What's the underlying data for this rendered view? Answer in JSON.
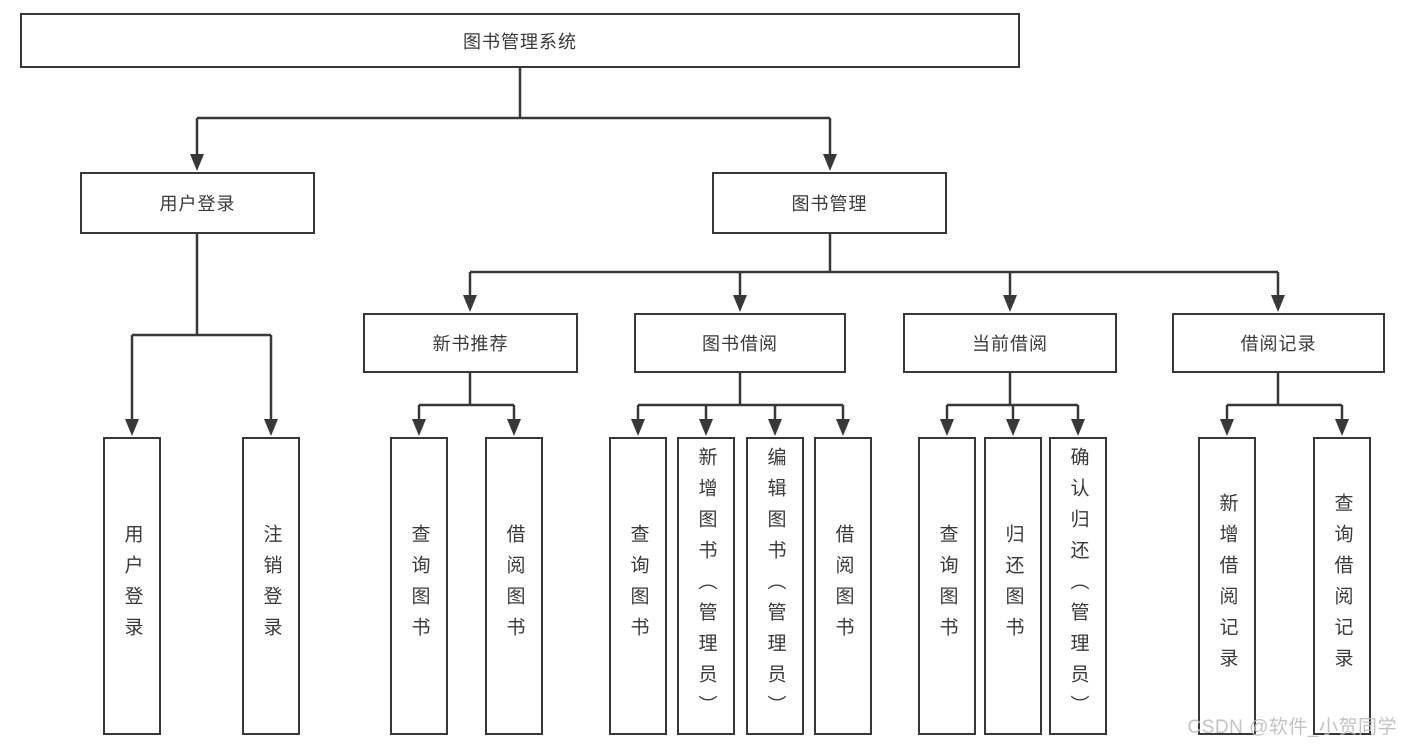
{
  "tree": {
    "root": "图书管理系统",
    "user_login": {
      "label": "用户登录",
      "leaves": [
        "用户登录",
        "注销登录"
      ]
    },
    "book_mgmt": {
      "label": "图书管理"
    },
    "new_books": {
      "label": "新书推荐",
      "leaves": [
        "查询图书",
        "借阅图书"
      ]
    },
    "borrowing": {
      "label": "图书借阅",
      "leaves": [
        "查询图书",
        "新增图书（管理员）",
        "编辑图书（管理员）",
        "借阅图书"
      ]
    },
    "current": {
      "label": "当前借阅",
      "leaves": [
        "查询图书",
        "归还图书",
        "确认归还（管理员）"
      ]
    },
    "records": {
      "label": "借阅记录",
      "leaves": [
        "新增借阅记录",
        "查询借阅记录"
      ]
    }
  },
  "watermark": {
    "text": "CSDN @软件_小贺同学",
    "color": "#bdbdbd"
  },
  "colors": {
    "line": "#383838",
    "border": "#383838",
    "text": "#3a3a3a",
    "background": "#ffffff"
  }
}
